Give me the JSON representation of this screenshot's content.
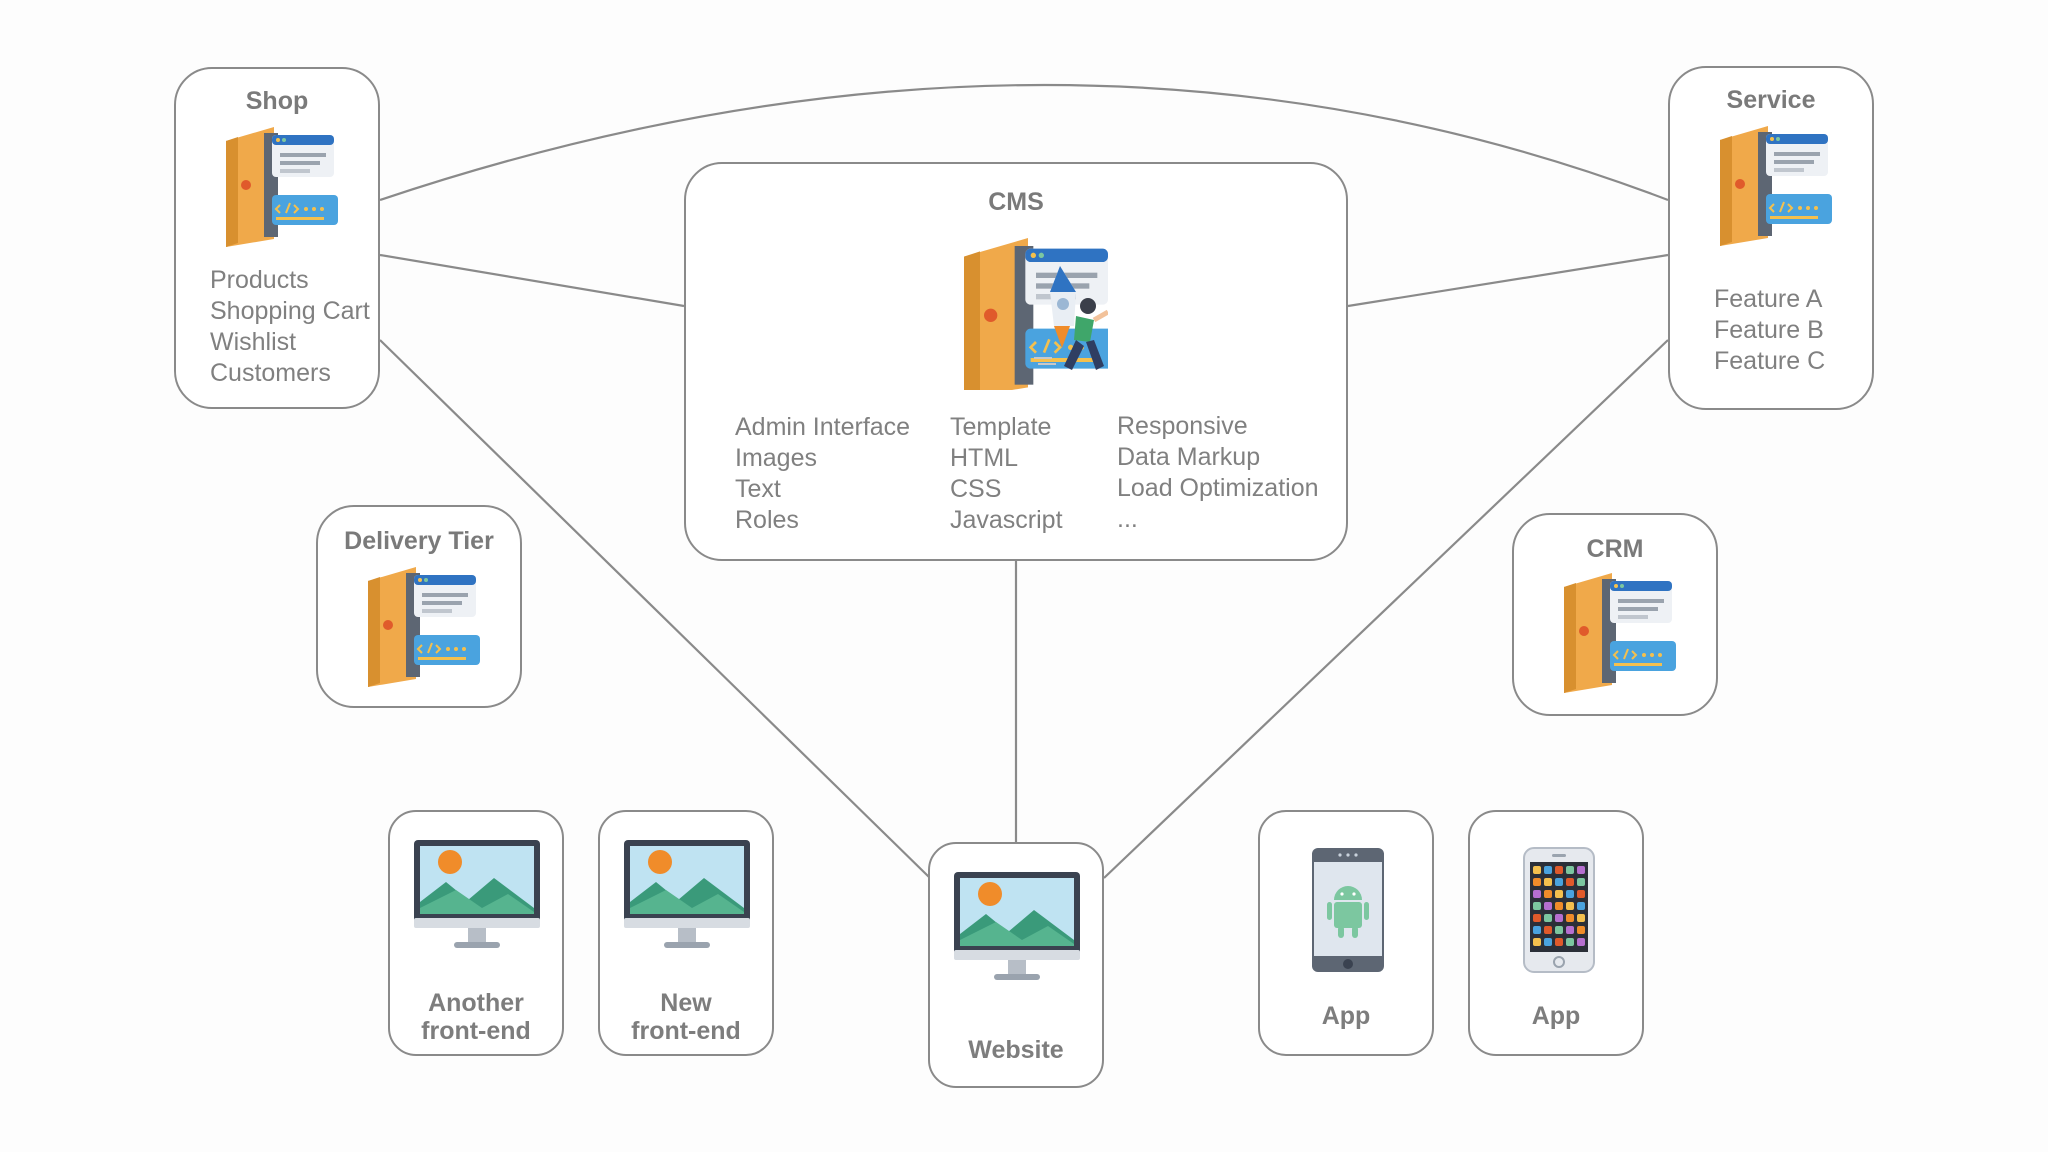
{
  "nodes": {
    "shop": {
      "title": "Shop",
      "items": [
        "Products",
        "Shopping Cart",
        "Wishlist",
        "Customers"
      ]
    },
    "service": {
      "title": "Service",
      "items": [
        "Feature A",
        "Feature B",
        "Feature C"
      ]
    },
    "cms": {
      "title": "CMS",
      "columns": [
        [
          "Admin Interface",
          "Images",
          "Text",
          "Roles"
        ],
        [
          "Template",
          "HTML",
          "CSS",
          "Javascript"
        ],
        [
          "Responsive",
          "Data Markup",
          "Load Optimization",
          "..."
        ]
      ]
    },
    "delivery_tier": {
      "title": "Delivery Tier"
    },
    "crm": {
      "title": "CRM"
    },
    "another_frontend": {
      "line1": "Another",
      "line2": "front-end"
    },
    "new_frontend": {
      "line1": "New",
      "line2": "front-end"
    },
    "website": {
      "title": "Website"
    },
    "android_app": {
      "title": "App"
    },
    "ios_app": {
      "title": "App"
    }
  },
  "icons": {
    "shop": "web-door-icon",
    "service": "web-door-icon",
    "cms": "web-door-rocket-person-icon",
    "delivery_tier": "web-door-icon",
    "crm": "web-door-icon",
    "another_frontend": "monitor-landscape-icon",
    "new_frontend": "monitor-landscape-icon",
    "website": "monitor-landscape-icon",
    "android_app": "android-phone-icon",
    "ios_app": "iphone-apps-icon"
  },
  "colors": {
    "border": "#8a8a8a",
    "connector": "#8a8a8a",
    "door": "#f0a94a",
    "window_header": "#2f73c2",
    "code_panel": "#4aa3df",
    "landscape_sky": "#bfe3f2",
    "landscape_hills": "#3a9a7a",
    "sun": "#f08c2a"
  }
}
